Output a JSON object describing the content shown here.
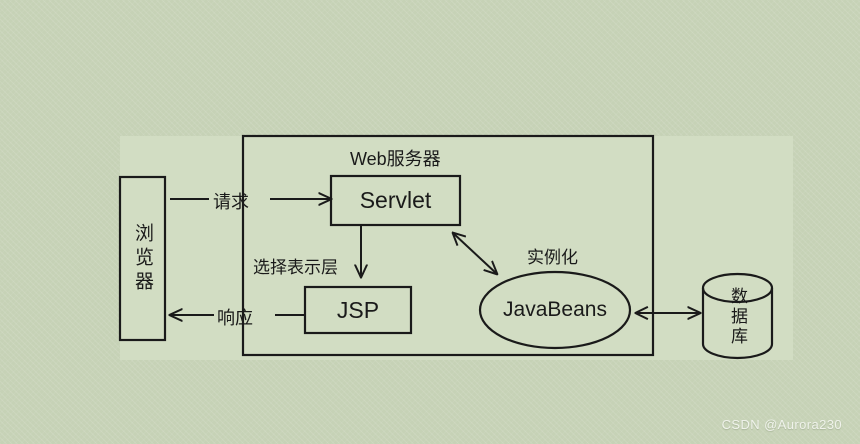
{
  "diagram": {
    "title": "JSP Web Application Architecture (MVC) Flow Diagram",
    "colors": {
      "canvas_background": "#c6d2b6",
      "panel_background": "#d2ddc3",
      "stroke": "#1a1a1a",
      "text": "#1a1a1a",
      "watermark": "#ffffff"
    },
    "nodes": {
      "browser": "浏览器",
      "web_server": "Web服务器",
      "servlet": "Servlet",
      "jsp": "JSP",
      "javabeans": "JavaBeans",
      "database": "数据库"
    },
    "edges": {
      "request": "请求",
      "response": "响应",
      "select_view": "选择表示层",
      "instantiate": "实例化"
    }
  },
  "watermark": {
    "text": "CSDN @Aurora230"
  }
}
